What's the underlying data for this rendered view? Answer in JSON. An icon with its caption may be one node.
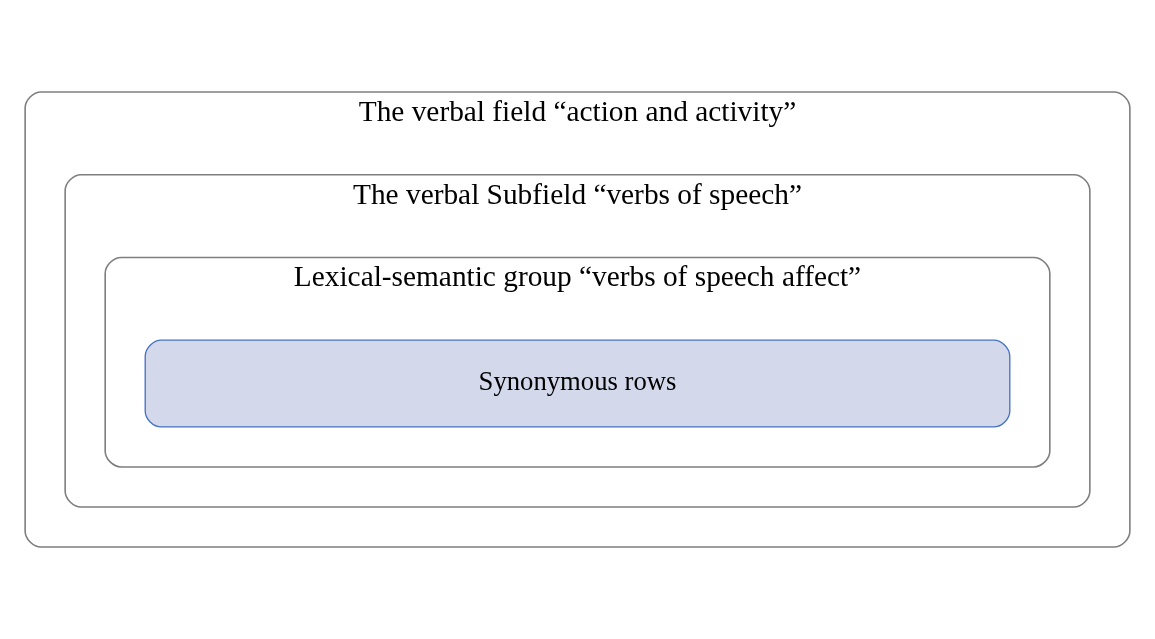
{
  "diagram": {
    "nodes": [
      {
        "text": [
          "The verbal field “action and activity”"
        ]
      },
      {
        "text": [
          "The verbal Subfield “verbs of speech”"
        ],
        "in": 0
      },
      {
        "text": [
          "Lexical-semantic group “verbs of speech affect”"
        ],
        "in": 1
      },
      {
        "text": [
          "Synonymous rows"
        ],
        "in": 2
      }
    ]
  }
}
